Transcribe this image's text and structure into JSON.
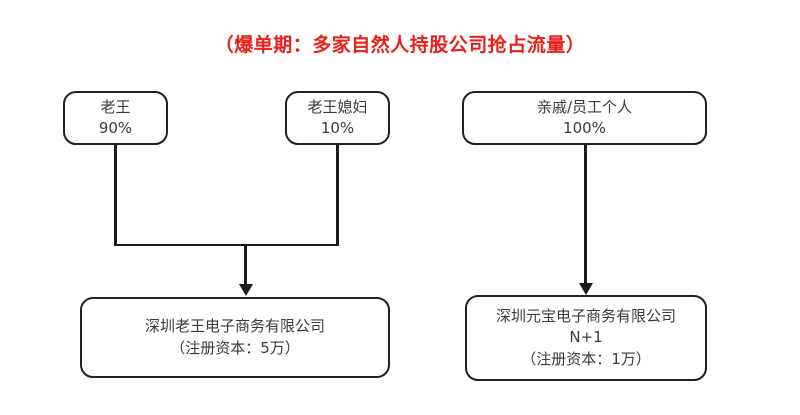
{
  "title": "（爆单期：多家自然人持股公司抢占流量）",
  "accent_color": "#e8201a",
  "line_color": "#1a1a1a",
  "box_border_color": "#231f20",
  "text_color": "#3b3b3b",
  "nodes": {
    "owner_a": {
      "name": "老王",
      "share": "90%"
    },
    "owner_b": {
      "name": "老王媳妇",
      "share": "10%"
    },
    "owner_c": {
      "name": "亲戚/员工个人",
      "share": "100%"
    },
    "company_a": {
      "name": "深圳老王电子商务有限公司",
      "capital": "（注册资本：5万）"
    },
    "company_b": {
      "name": "深圳元宝电子商务有限公司",
      "count": "N+1",
      "capital": "（注册资本：1万）"
    }
  }
}
